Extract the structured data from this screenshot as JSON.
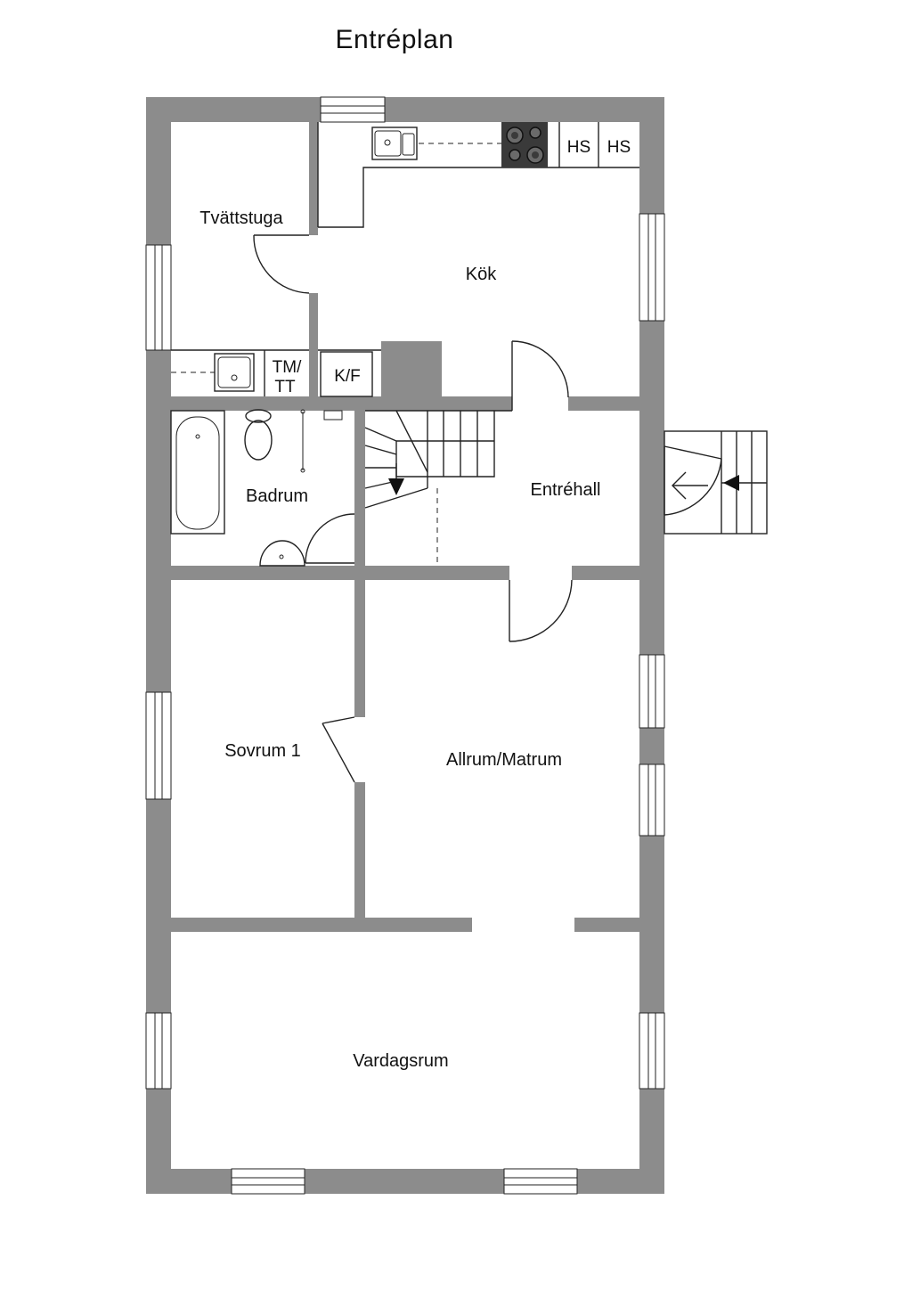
{
  "title": "Entréplan",
  "rooms": {
    "tvattstuga": "Tvättstuga",
    "kok": "Kök",
    "badrum": "Badrum",
    "entrehall": "Entréhall",
    "sovrum1": "Sovrum 1",
    "allrum": "Allrum/Matrum",
    "vardagsrum": "Vardagsrum"
  },
  "fixtures": {
    "hs1": "HS",
    "hs2": "HS",
    "tm_line1": "TM/",
    "tm_line2": "TT",
    "kf": "K/F"
  },
  "colors": {
    "wall": "#8c8c8c",
    "line": "#222222",
    "background": "#ffffff"
  }
}
